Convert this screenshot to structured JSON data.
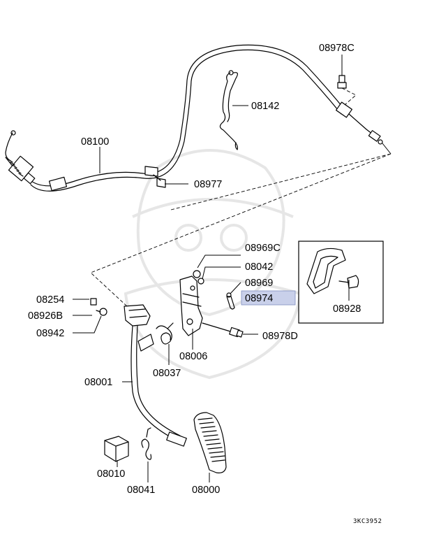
{
  "parts": {
    "p08978C": "08978C",
    "p08142": "08142",
    "p08100": "08100",
    "p08977": "08977",
    "p08969C": "08969C",
    "p08042": "08042",
    "p08969": "08969",
    "p08974": "08974",
    "p08928": "08928",
    "p08254": "08254",
    "p08926B": "08926B",
    "p08942": "08942",
    "p08978D": "08978D",
    "p08006": "08006",
    "p08037": "08037",
    "p08001": "08001",
    "p08010": "08010",
    "p08041": "08041",
    "p08000": "08000"
  },
  "highlight_color": "#c9d0ea",
  "diagram_code": "3KC3952"
}
